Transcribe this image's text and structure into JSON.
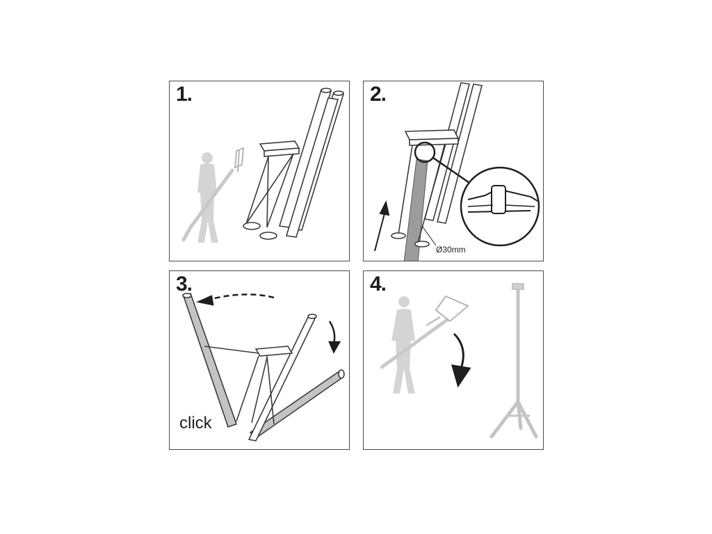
{
  "steps": [
    {
      "number": "1."
    },
    {
      "number": "2.",
      "callout": "Ø30mm"
    },
    {
      "number": "3.",
      "label": "click"
    },
    {
      "number": "4."
    }
  ],
  "colors": {
    "outline": "#4a4a4a",
    "ghost": "#c9c9c9",
    "pole": "#a8a8a8",
    "ink": "#1e1e1e"
  }
}
